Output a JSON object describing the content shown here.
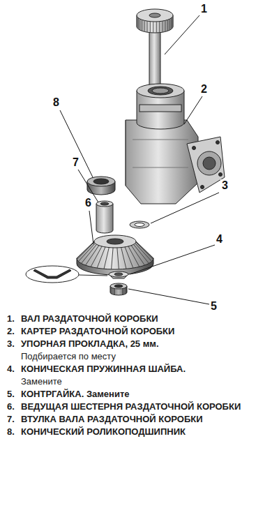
{
  "diagram": {
    "labels": [
      "1",
      "2",
      "3",
      "4",
      "5",
      "6",
      "7",
      "8",
      "1.",
      "ВАЛ РАЗДАТОЧНОЙ КОРОБКИ",
      "2.",
      "КАРТЕР РАЗДАТОЧНОЙ КОРОБКИ",
      "3.",
      "УПОРНАЯ ПРОКЛАДКА, 25 мм.",
      "Подбирается по месту",
      "4.",
      "КОНИЧЕСКАЯ ПРУЖИННАЯ ШАЙБА.",
      "Замените",
      "5.",
      "КОНТРГАЙКА. Замените",
      "6.",
      "ВЕДУЩАЯ ШЕСТЕРНЯ РАЗДАТОЧНОЙ КОРОБКИ",
      "7.",
      "ВТУЛКА ВАЛА РАЗДАТОЧНОЙ КОРОБКИ",
      "8.",
      "КОНИЧЕСКИЙ РОЛИКОПОДШИПНИК"
    ]
  }
}
